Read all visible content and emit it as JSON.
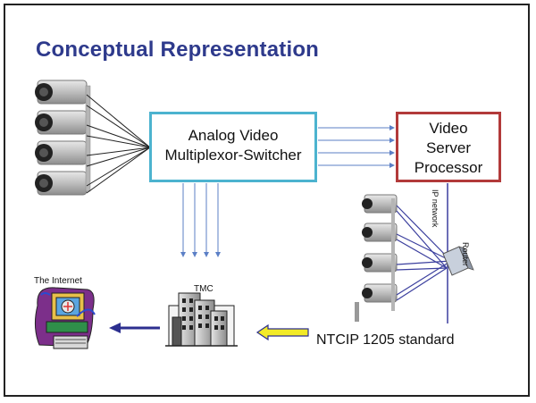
{
  "title": "Conceptual Representation",
  "mux_box": {
    "line1": "Analog Video",
    "line2": "Multiplexor-Switcher"
  },
  "server_box": {
    "line1": "Video",
    "line2": "Server",
    "line3": "Processor"
  },
  "internet_label": "The Internet",
  "tmc_label": "TMC",
  "ntcip_label": "NTCIP 1205 standard",
  "ip_network_label": "IP network",
  "router_label": "Router",
  "colors": {
    "title": "#2e3a8c",
    "mux_border": "#4cb3cf",
    "server_border": "#b23a3a",
    "flow_arrow": "#5b7fc6",
    "network_line": "#3b3f9e",
    "internet_arrow": "#2c2f8f",
    "ntcip_arrow": "#f2ea28"
  }
}
